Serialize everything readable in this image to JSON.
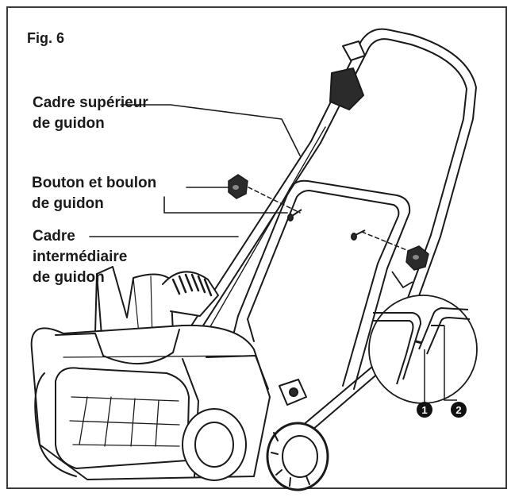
{
  "figure_label": "Fig. 6",
  "labels": {
    "upper_frame": [
      "Cadre supérieur",
      "de guidon"
    ],
    "knob_bolt": [
      "Bouton et boulon",
      "de guidon"
    ],
    "middle_frame": [
      "Cadre",
      "intermédiaire",
      "de guidon"
    ]
  },
  "callouts": [
    "1",
    "2"
  ],
  "colors": {
    "line": "#1a1a1a",
    "border": "#3a3a3a",
    "fill_dark": "#2b2b2b",
    "fill_grey": "#d9d9d9"
  },
  "icons": [
    "snow-thrower-illustration",
    "handle-knob-icon",
    "bolt-icon",
    "detail-magnifier-circle"
  ]
}
